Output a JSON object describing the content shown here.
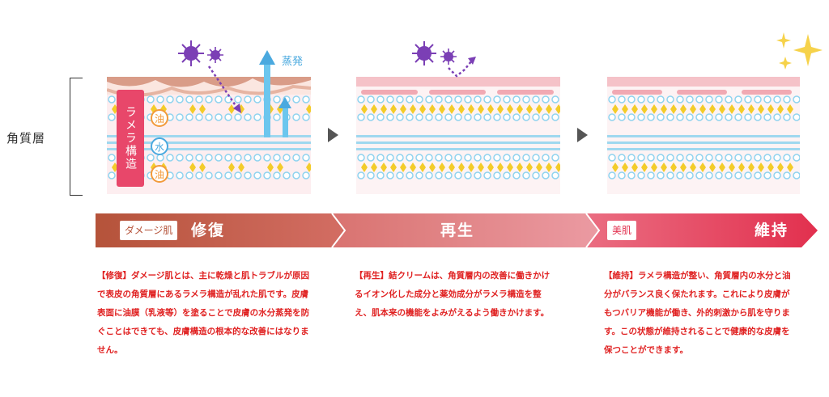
{
  "layer_label": "角質層",
  "structure_label": "ラメラ構造",
  "circles": {
    "oil_top": "油",
    "water": "水",
    "oil_bottom": "油"
  },
  "evaporation_label": "蒸発",
  "stages": {
    "damage_tag": "ダメージ肌",
    "repair": "修復",
    "regen": "再生",
    "beauty_tag": "美肌",
    "maintain": "維持"
  },
  "descriptions": {
    "repair": [
      "【修復】ダメージ肌とは、主に乾燥と肌トラブルが原因",
      "で表皮の角質層にあるラメラ構造が乱れた肌です。皮膚",
      "表面に油膜（乳液等）を塗ることで皮膚の水分蒸発を防",
      "ぐことはできても、皮膚構造の根本的な改善にはなりま",
      "せん。"
    ],
    "regen": [
      "【再生】結クリームは、角質層内の改善に働きかけ",
      "るイオン化した成分と薬効成分がラメラ構造を整",
      "え、肌本来の機能をよみがえるよう働きかけます。"
    ],
    "maintain": [
      "【維持】ラメラ構造が整い、角質層内の水分と油",
      "分がバランス良く保たれます。これにより皮膚が",
      "もつバリア機能が働き、外的刺激から肌を守りま",
      "す。この状態が維持されることで健康的な皮膚を",
      "保つことができます。"
    ]
  },
  "colors": {
    "lamella_pink": "#e8476a",
    "band_dark": "#b5533a",
    "band_light": "#e8868a",
    "band_red": "#e23a56",
    "text_red": "#e02222",
    "water_blue": "#4aa9df",
    "lipid_yellow": "#f0c400",
    "virus_purple": "#7b3fb5"
  },
  "icons": [
    "virus-icon",
    "sparkle-icon",
    "arrow-up-icon",
    "arrow-right-icon"
  ]
}
